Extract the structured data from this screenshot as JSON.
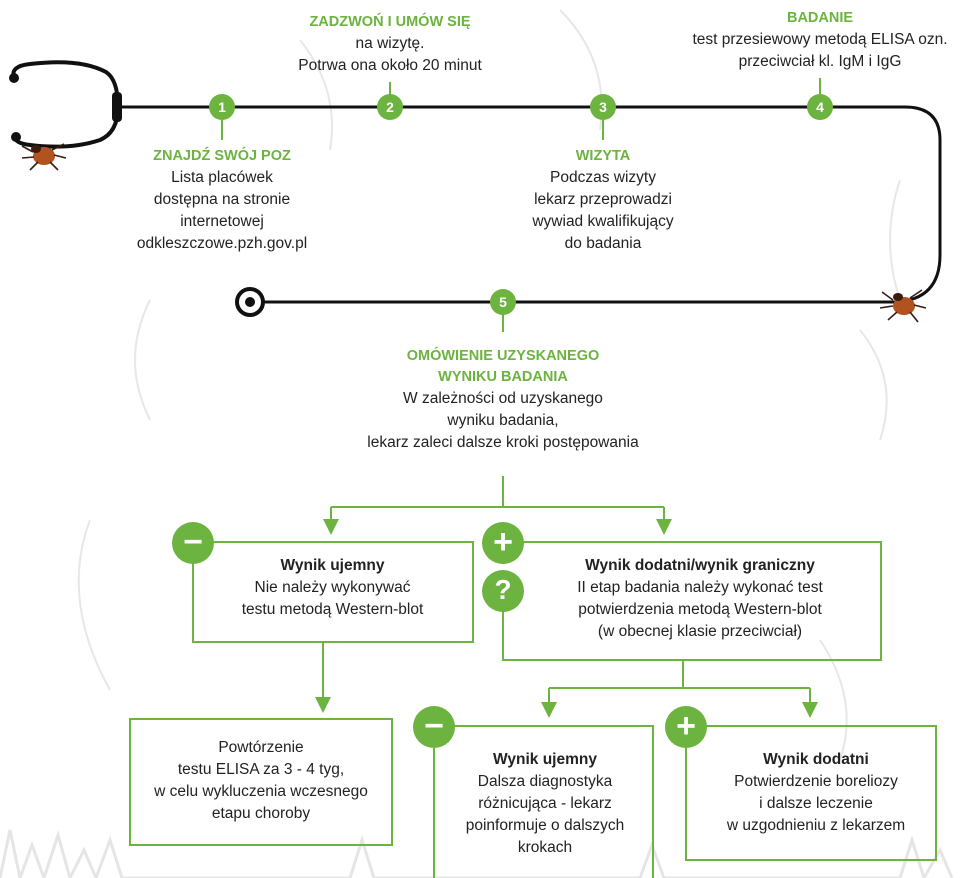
{
  "steps": [
    {
      "number": "1",
      "title": "ZNAJDŹ SWÓJ POZ",
      "lines": [
        "Lista placówek",
        "dostępna na stronie",
        "internetowej",
        "odkleszczowe.pzh.gov.pl"
      ]
    },
    {
      "number": "2",
      "title": "ZADZWOŃ I UMÓW SIĘ",
      "lines": [
        "na wizytę.",
        "Potrwa ona około 20 minut"
      ]
    },
    {
      "number": "3",
      "title": "WIZYTA",
      "lines": [
        "Podczas wizyty",
        "lekarz przeprowadzi",
        "wywiad kwalifikujący",
        "do badania"
      ]
    },
    {
      "number": "4",
      "title": "BADANIE",
      "lines": [
        "test przesiewowy metodą ELISA ozn.",
        "przeciwciał kl. IgM i IgG"
      ]
    },
    {
      "number": "5",
      "title": [
        "OMÓWIENIE UZYSKANEGO",
        "WYNIKU BADANIA"
      ],
      "lines": [
        "W zależności od uzyskanego",
        "wyniku badania,",
        "lekarz zaleci dalsze kroki postępowania"
      ]
    }
  ],
  "results": {
    "negative": {
      "sign": "−",
      "title": "Wynik ujemny",
      "lines": [
        "Nie należy wykonywać",
        "testu metodą Western-blot"
      ]
    },
    "positive": {
      "signs": [
        "+",
        "?"
      ],
      "title": "Wynik dodatni/wynik graniczny",
      "lines": [
        "II etap badania należy wykonać test",
        "potwierdzenia metodą Western-blot",
        "(w obecnej klasie przeciwciał)"
      ]
    },
    "repeat": {
      "lines": [
        "Powtórzenie",
        "testu ELISA za 3 - 4 tyg,",
        "w celu wykluczenia wczesnego",
        "etapu choroby"
      ]
    },
    "wb_negative": {
      "sign": "−",
      "title": "Wynik ujemny",
      "lines": [
        "Dalsza diagnostyka",
        "różnicująca - lekarz",
        "poinformuje o dalszych",
        "krokach"
      ]
    },
    "wb_positive": {
      "sign": "+",
      "title": "Wynik dodatni",
      "lines": [
        "Potwierdzenie boreliozy",
        "i dalsze leczenie",
        "w uzgodnieniu z lekarzem"
      ]
    }
  },
  "colors": {
    "accent": "#6cb33f",
    "line": "#111111",
    "tick": "#7a3b1c"
  },
  "icons": [
    "stethoscope-icon",
    "tick-icon",
    "path-end-icon"
  ]
}
